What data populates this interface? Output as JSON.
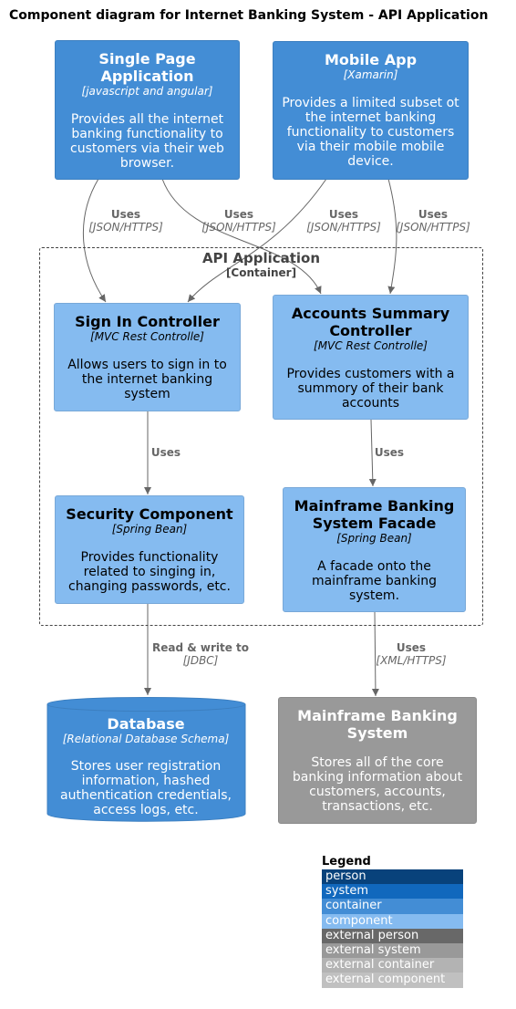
{
  "title": "Component diagram for Internet Banking System - API Application",
  "boundary": {
    "name": "API Application",
    "tech": "[Container]"
  },
  "nodes": {
    "spa": {
      "name": "Single Page Application",
      "tech": "[javascript and angular]",
      "desc": "Provides all the internet banking functionality to customers via their web browser."
    },
    "mobile": {
      "name": "Mobile App",
      "tech": "[Xamarin]",
      "desc": "Provides a limited subset ot the internet banking functionality to customers via their mobile mobile device."
    },
    "signin": {
      "name": "Sign In Controller",
      "tech": "[MVC Rest Controlle]",
      "desc": "Allows users to sign in to the internet banking system"
    },
    "accounts": {
      "name": "Accounts Summary Controller",
      "tech": "[MVC Rest Controlle]",
      "desc": "Provides customers with a summory of their bank accounts"
    },
    "security": {
      "name": "Security Component",
      "tech": "[Spring Bean]",
      "desc": "Provides functionality related to singing in, changing passwords, etc."
    },
    "facade": {
      "name": "Mainframe Banking System Facade",
      "tech": "[Spring Bean]",
      "desc": "A facade onto the mainframe banking system."
    },
    "database": {
      "name": "Database",
      "tech": "[Relational Database Schema]",
      "desc": "Stores user registration information, hashed authentication credentials, access logs, etc."
    },
    "mainframe": {
      "name": "Mainframe Banking System",
      "desc": "Stores all of the core banking information about customers, accounts, transactions, etc."
    }
  },
  "edges": {
    "spa_signin": {
      "label": "Uses",
      "tech": "[JSON/HTTPS]"
    },
    "spa_accounts": {
      "label": "Uses",
      "tech": "[JSON/HTTPS]"
    },
    "mobile_signin": {
      "label": "Uses",
      "tech": "[JSON/HTTPS]"
    },
    "mobile_accounts": {
      "label": "Uses",
      "tech": "[JSON/HTTPS]"
    },
    "signin_security": {
      "label": "Uses"
    },
    "accounts_facade": {
      "label": "Uses"
    },
    "security_db": {
      "label": "Read & write to",
      "tech": "[JDBC]"
    },
    "facade_mainframe": {
      "label": "Uses",
      "tech": "[XML/HTTPS]"
    }
  },
  "legend": {
    "title": "Legend",
    "items": [
      {
        "label": "person",
        "color": "#08427B",
        "text_color": "#FFFFFF"
      },
      {
        "label": "system",
        "color": "#1168BD",
        "text_color": "#FFFFFF"
      },
      {
        "label": "container",
        "color": "#438DD5",
        "text_color": "#FFFFFF"
      },
      {
        "label": "component",
        "color": "#85BBF0",
        "text_color": "#FFFFFF"
      },
      {
        "label": "external person",
        "color": "#686868",
        "text_color": "#FFFFFF"
      },
      {
        "label": "external system",
        "color": "#999999",
        "text_color": "#FFFFFF"
      },
      {
        "label": "external container",
        "color": "#B3B3B3",
        "text_color": "#FFFFFF"
      },
      {
        "label": "external component",
        "color": "#C0C0C0",
        "text_color": "#FFFFFF"
      }
    ]
  }
}
